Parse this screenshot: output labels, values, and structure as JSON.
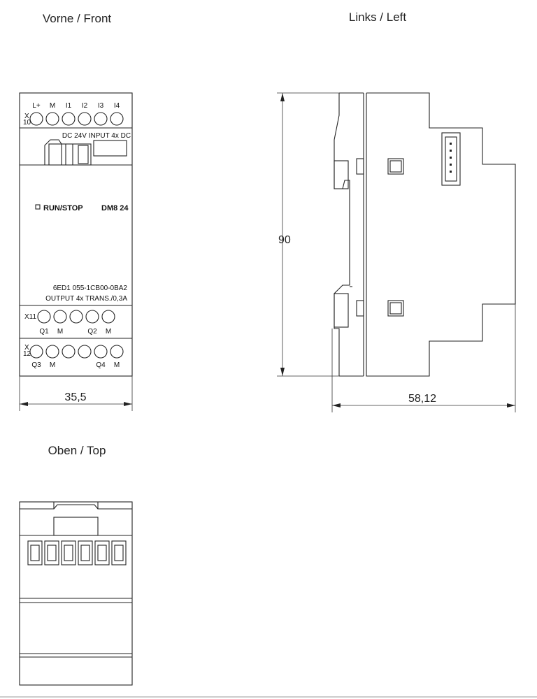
{
  "views": {
    "front_title": "Vorne / Front",
    "left_title": "Links / Left",
    "top_title": "Oben / Top"
  },
  "dimensions": {
    "front_width": "35,5",
    "left_width": "58,12",
    "height": "90"
  },
  "front_panel": {
    "x10_label_top": "X",
    "x10_label_bottom": "10",
    "input_terminals": [
      "L+",
      "M",
      "I1",
      "I2",
      "I3",
      "I4"
    ],
    "input_spec": "DC 24V  INPUT 4x DC",
    "run_stop": "RUN/STOP",
    "model": "DM8 24",
    "order_number": "6ED1 055-1CB00-0BA2",
    "output_spec": "OUTPUT 4x TRANS./0,3A",
    "x11_label": "X11",
    "x11_terminals": [
      "Q1",
      "M",
      "Q2",
      "M"
    ],
    "x12_label_top": "X",
    "x12_label_bottom": "12",
    "x12_terminals": [
      "Q3",
      "M",
      "Q4",
      "M"
    ]
  }
}
